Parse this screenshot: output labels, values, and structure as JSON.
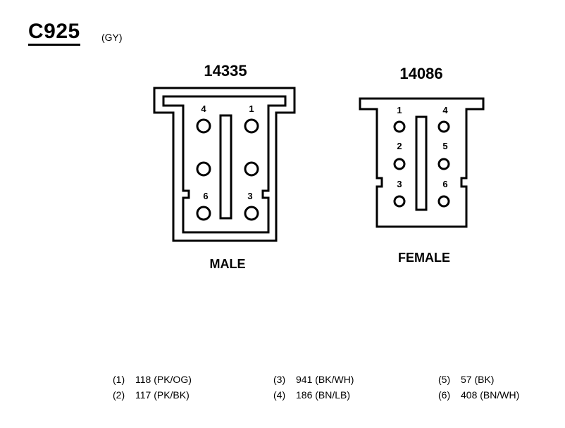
{
  "header": {
    "connector_id": "C925",
    "connector_color": "(GY)"
  },
  "male": {
    "part_number": "14335",
    "label": "MALE",
    "pins": [
      "4",
      "1",
      "6",
      "3"
    ]
  },
  "female": {
    "part_number": "14086",
    "label": "FEMALE",
    "pins": [
      "1",
      "4",
      "2",
      "5",
      "3",
      "6"
    ]
  },
  "legend": [
    [
      {
        "num": "(1)",
        "desc": "118 (PK/OG)"
      },
      {
        "num": "(2)",
        "desc": "117 (PK/BK)"
      }
    ],
    [
      {
        "num": "(3)",
        "desc": "941 (BK/WH)"
      },
      {
        "num": "(4)",
        "desc": "186 (BN/LB)"
      }
    ],
    [
      {
        "num": "(5)",
        "desc": "57 (BK)"
      },
      {
        "num": "(6)",
        "desc": "408 (BN/WH)"
      }
    ]
  ]
}
